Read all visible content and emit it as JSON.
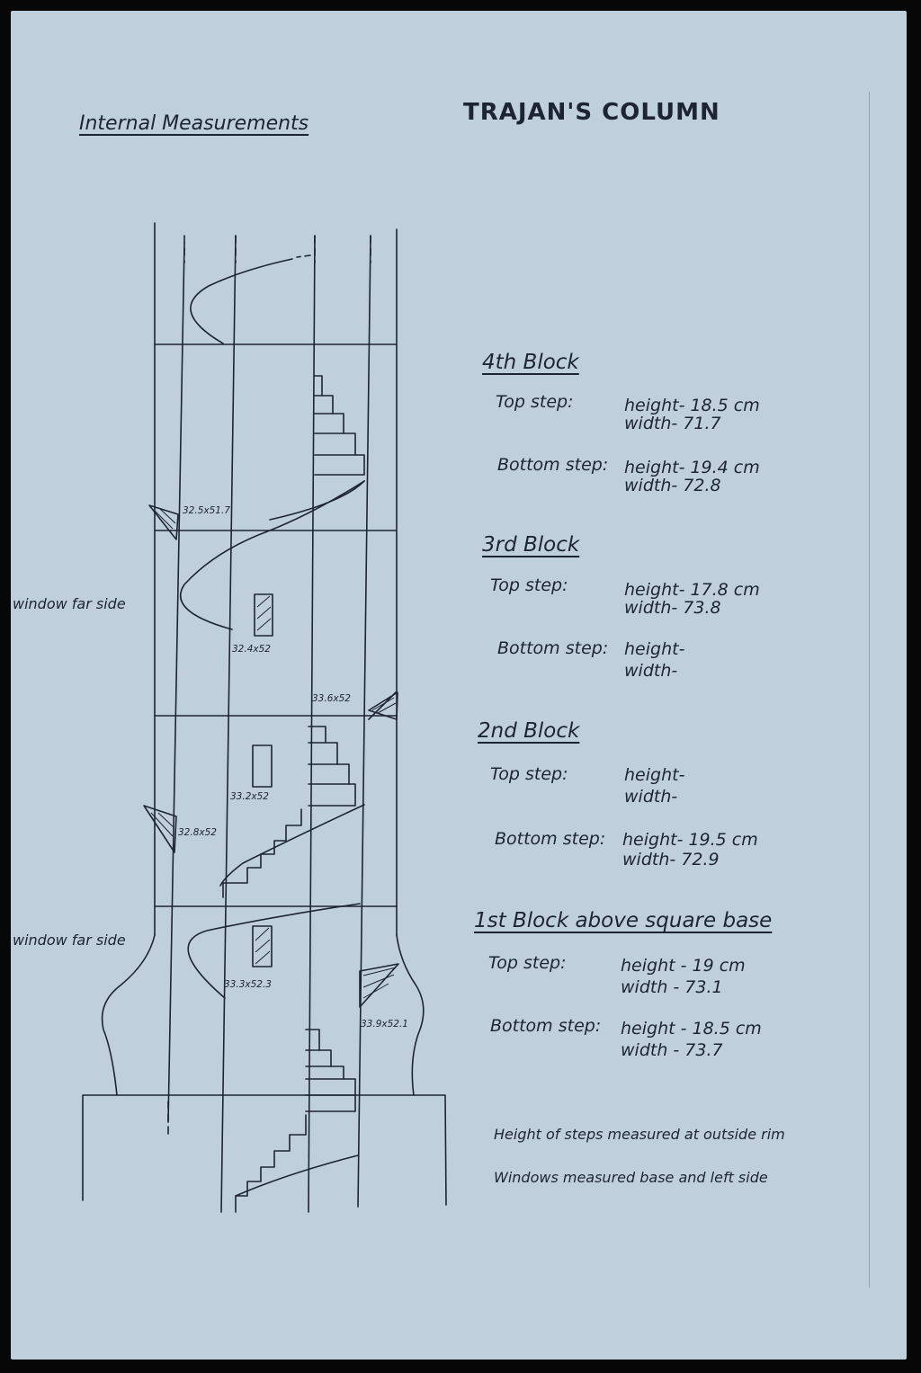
{
  "title_left": "Internal Measurements",
  "title_right": "TRAJAN'S COLUMN",
  "blocks": [
    {
      "name": "4th Block",
      "top_step": {
        "label": "Top step:",
        "height": "height- 18.5 cm",
        "width": "width- 71.7"
      },
      "bottom_step": {
        "label": "Bottom step:",
        "height": "height- 19.4 cm",
        "width": "width- 72.8"
      }
    },
    {
      "name": "3rd Block",
      "top_step": {
        "label": "Top step:",
        "height": "height- 17.8 cm",
        "width": "width- 73.8"
      },
      "bottom_step": {
        "label": "Bottom step:",
        "height": "height-",
        "width": "width-"
      }
    },
    {
      "name": "2nd Block",
      "top_step": {
        "label": "Top step:",
        "height": "height-",
        "width": "width-"
      },
      "bottom_step": {
        "label": "Bottom step:",
        "height": "height- 19.5 cm",
        "width": "width- 72.9"
      }
    },
    {
      "name": "1st Block above square base",
      "top_step": {
        "label": "Top step:",
        "height": "height - 19 cm",
        "width": "width - 73.1"
      },
      "bottom_step": {
        "label": "Bottom step:",
        "height": "height - 18.5 cm",
        "width": "width - 73.7"
      }
    }
  ],
  "notes": [
    "Height of steps measured at outside rim",
    "Windows measured base and left side"
  ],
  "side_labels": [
    "window far side",
    "window far side"
  ],
  "window_dimensions": [
    "32.5x51.7",
    "32.4x52",
    "33.6x52",
    "33.2x52",
    "32.8x52",
    "33.3x52.3",
    "33.9x52.1"
  ],
  "colors": {
    "paper": "#bfd0dc",
    "ink": "#1d2433",
    "background": "#070707"
  }
}
